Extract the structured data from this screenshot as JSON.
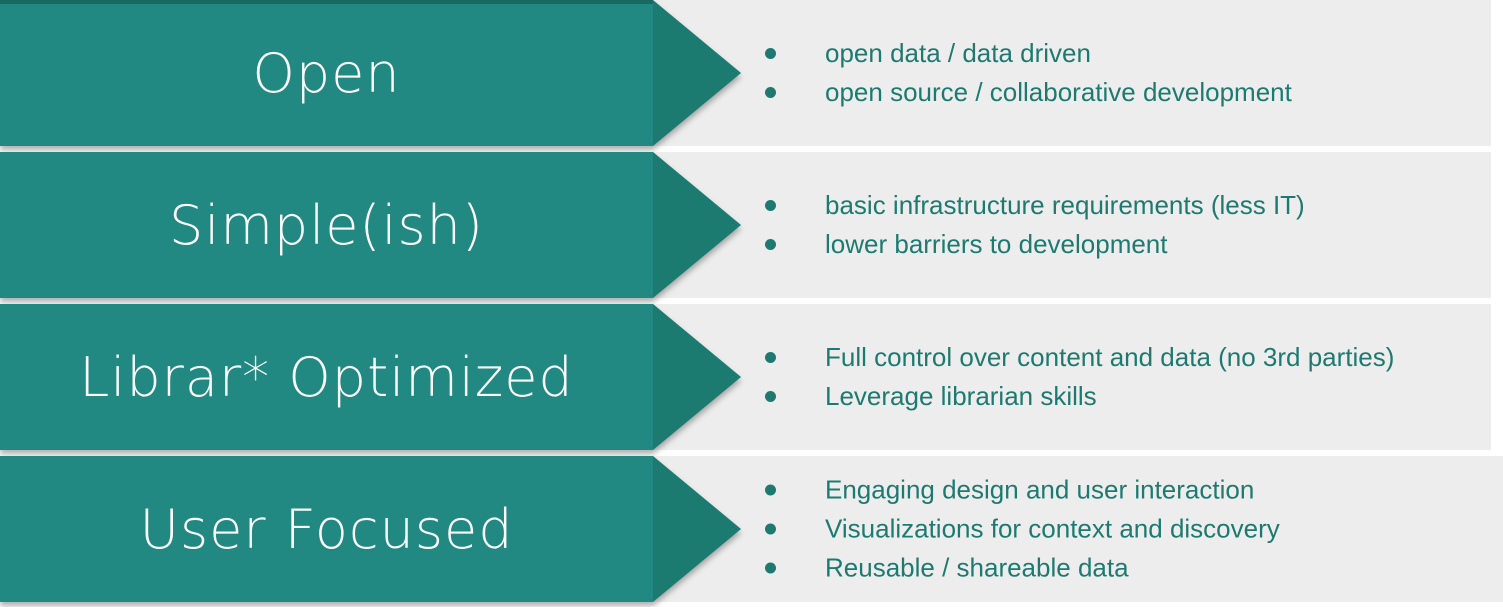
{
  "slide": {
    "type": "arrow-banner-list",
    "colors": {
      "arrow_body": "#218981",
      "arrow_tip": "#1C7B71",
      "band_background": "#EDEDED",
      "page_background": "#FFFFFF",
      "bullet_text": "#1E7A70",
      "title_text": "#FBFBFB"
    }
  },
  "rows": [
    {
      "title": "Open",
      "bullets": [
        "open data / data driven",
        "open source / collaborative development"
      ]
    },
    {
      "title": "Simple(ish)",
      "bullets": [
        "basic infrastructure requirements (less IT)",
        "lower barriers to development"
      ]
    },
    {
      "title": "Librar* Optimized",
      "bullets": [
        "Full control over content and data (no 3rd parties)",
        "Leverage librarian skills"
      ]
    },
    {
      "title": "User Focused",
      "bullets": [
        "Engaging design and user interaction",
        "Visualizations for context and discovery",
        "Reusable / shareable data"
      ]
    }
  ]
}
